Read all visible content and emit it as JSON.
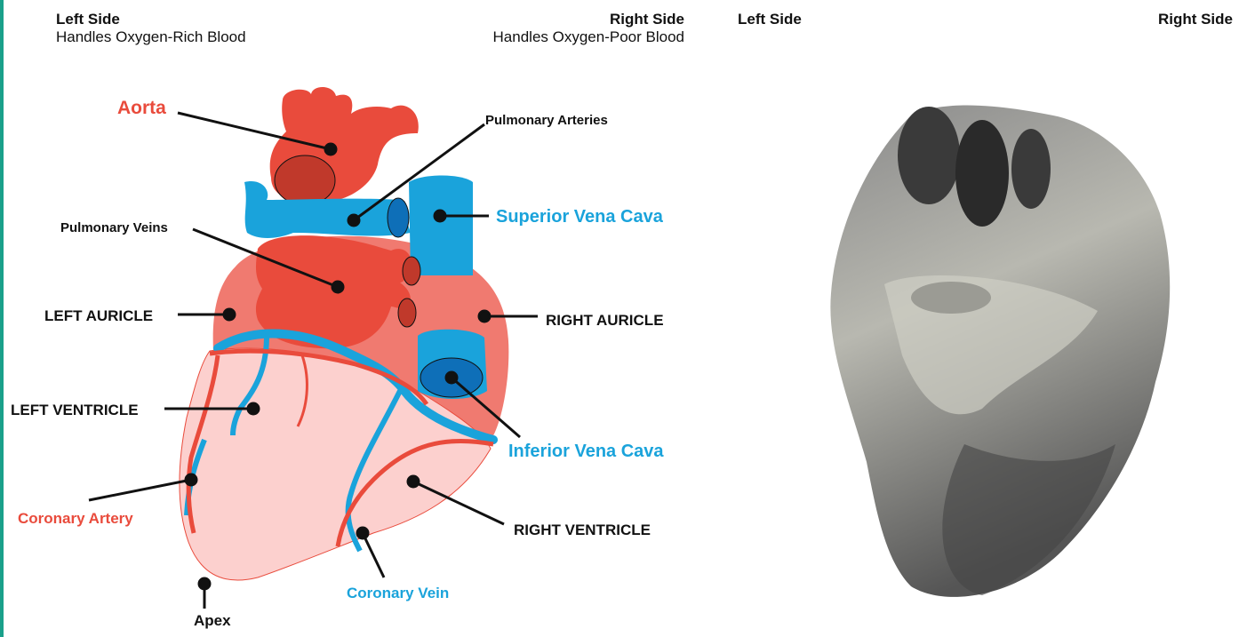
{
  "diagram": {
    "left_header": {
      "title": "Left Side",
      "subtitle": "Handles Oxygen-Rich Blood"
    },
    "right_header": {
      "title": "Right Side",
      "subtitle": "Handles Oxygen-Poor Blood"
    },
    "labels": {
      "aorta": "Aorta",
      "pulmonary_arteries": "Pulmonary Arteries",
      "pulmonary_veins": "Pulmonary Veins",
      "superior_vena_cava": "Superior Vena Cava",
      "left_auricle": "LEFT AURICLE",
      "right_auricle": "RIGHT AURICLE",
      "left_ventricle": "LEFT VENTRICLE",
      "inferior_vena_cava": "Inferior Vena Cava",
      "coronary_artery": "Coronary Artery",
      "right_ventricle": "RIGHT VENTRICLE",
      "coronary_vein": "Coronary Vein",
      "apex": "Apex"
    }
  },
  "photo_panel": {
    "left_label": "Left Side",
    "right_label": "Right Side"
  },
  "colors": {
    "oxygen_rich": "#e94b3c",
    "oxygen_poor": "#1aa3db",
    "auricle": "#f07a70",
    "ventricle": "#fcd0ce",
    "edge_accent": "#1aa08a"
  }
}
